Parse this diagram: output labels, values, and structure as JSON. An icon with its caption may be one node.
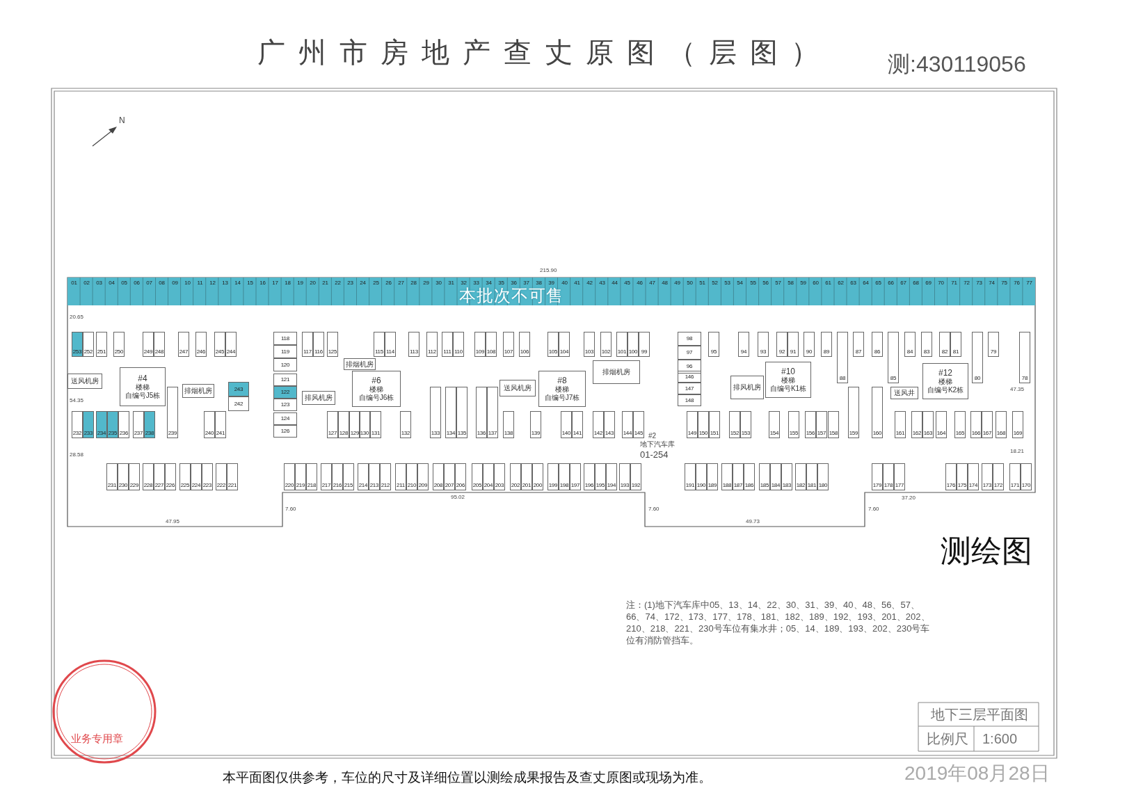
{
  "diagram": {
    "title": "广州市房地产查丈原图（层图）",
    "nodes": [
      {
        "text": [
          "01"
        ]
      },
      {
        "text": [
          "02"
        ]
      },
      {
        "text": [
          "03"
        ]
      },
      {
        "text": [
          "04"
        ]
      },
      {
        "text": [
          "05"
        ]
      },
      {
        "text": [
          "06"
        ]
      },
      {
        "text": [
          "07"
        ]
      },
      {
        "text": [
          "08"
        ]
      },
      {
        "text": [
          "09"
        ]
      },
      {
        "text": [
          "10"
        ]
      },
      {
        "text": [
          "11"
        ]
      },
      {
        "text": [
          "12"
        ]
      },
      {
        "text": [
          "13"
        ]
      },
      {
        "text": [
          "14"
        ]
      },
      {
        "text": [
          "15"
        ]
      },
      {
        "text": [
          "16"
        ]
      },
      {
        "text": [
          "17"
        ]
      },
      {
        "text": [
          "18"
        ]
      },
      {
        "text": [
          "19"
        ]
      },
      {
        "text": [
          "20"
        ]
      },
      {
        "text": [
          "21"
        ]
      },
      {
        "text": [
          "22"
        ]
      },
      {
        "text": [
          "23"
        ]
      },
      {
        "text": [
          "24"
        ]
      },
      {
        "text": [
          "25"
        ]
      },
      {
        "text": [
          "26"
        ]
      },
      {
        "text": [
          "27"
        ]
      },
      {
        "text": [
          "28"
        ]
      },
      {
        "text": [
          "29"
        ]
      },
      {
        "text": [
          "30"
        ]
      },
      {
        "text": [
          "31"
        ]
      },
      {
        "text": [
          "32"
        ]
      },
      {
        "text": [
          "33"
        ]
      },
      {
        "text": [
          "34"
        ]
      },
      {
        "text": [
          "35"
        ]
      },
      {
        "text": [
          "36"
        ]
      },
      {
        "text": [
          "37"
        ]
      },
      {
        "text": [
          "38"
        ]
      },
      {
        "text": [
          "39"
        ]
      },
      {
        "text": [
          "40"
        ]
      },
      {
        "text": [
          "41"
        ]
      },
      {
        "text": [
          "42"
        ]
      },
      {
        "text": [
          "43"
        ]
      },
      {
        "text": [
          "44"
        ]
      },
      {
        "text": [
          "45"
        ]
      },
      {
        "text": [
          "46"
        ]
      },
      {
        "text": [
          "47"
        ]
      },
      {
        "text": [
          "48"
        ]
      },
      {
        "text": [
          "49"
        ]
      },
      {
        "text": [
          "50"
        ]
      },
      {
        "text": [
          "51"
        ]
      },
      {
        "text": [
          "52"
        ]
      },
      {
        "text": [
          "53"
        ]
      },
      {
        "text": [
          "54"
        ]
      },
      {
        "text": [
          "55"
        ]
      },
      {
        "text": [
          "56"
        ]
      },
      {
        "text": [
          "57"
        ]
      },
      {
        "text": [
          "58"
        ]
      },
      {
        "text": [
          "59"
        ]
      },
      {
        "text": [
          "60"
        ]
      },
      {
        "text": [
          "61"
        ]
      },
      {
        "text": [
          "62"
        ]
      },
      {
        "text": [
          "63"
        ]
      },
      {
        "text": [
          "64"
        ]
      },
      {
        "text": [
          "65"
        ]
      },
      {
        "text": [
          "66"
        ]
      },
      {
        "text": [
          "67"
        ]
      },
      {
        "text": [
          "68"
        ]
      },
      {
        "text": [
          "69"
        ]
      },
      {
        "text": [
          "70"
        ]
      },
      {
        "text": [
          "71"
        ]
      },
      {
        "text": [
          "72"
        ]
      },
      {
        "text": [
          "73"
        ]
      },
      {
        "text": [
          "74"
        ]
      },
      {
        "text": [
          "75"
        ]
      },
      {
        "text": [
          "76"
        ]
      },
      {
        "text": [
          "77"
        ]
      },
      {
        "text": [
          "253"
        ]
      },
      {
        "text": [
          "252"
        ]
      },
      {
        "text": [
          "251"
        ]
      },
      {
        "text": [
          "250"
        ]
      },
      {
        "text": [
          "249"
        ]
      },
      {
        "text": [
          "248"
        ]
      },
      {
        "text": [
          "247"
        ]
      },
      {
        "text": [
          "246"
        ]
      },
      {
        "text": [
          "245"
        ]
      },
      {
        "text": [
          "244"
        ]
      },
      {
        "text": [
          "118"
        ]
      },
      {
        "text": [
          "119"
        ]
      },
      {
        "text": [
          "120"
        ]
      },
      {
        "text": [
          "121"
        ]
      },
      {
        "text": [
          "122"
        ]
      },
      {
        "text": [
          "123"
        ]
      },
      {
        "text": [
          "117"
        ]
      },
      {
        "text": [
          "116"
        ]
      },
      {
        "text": [
          "125"
        ]
      },
      {
        "text": [
          "115"
        ]
      },
      {
        "text": [
          "114"
        ]
      },
      {
        "text": [
          "113"
        ]
      },
      {
        "text": [
          "112"
        ]
      },
      {
        "text": [
          "111"
        ]
      },
      {
        "text": [
          "110"
        ]
      },
      {
        "text": [
          "109"
        ]
      },
      {
        "text": [
          "108"
        ]
      },
      {
        "text": [
          "107"
        ]
      },
      {
        "text": [
          "106"
        ]
      },
      {
        "text": [
          "105"
        ]
      },
      {
        "text": [
          "104"
        ]
      },
      {
        "text": [
          "103"
        ]
      },
      {
        "text": [
          "102"
        ]
      },
      {
        "text": [
          "101"
        ]
      },
      {
        "text": [
          "100"
        ]
      },
      {
        "text": [
          "99"
        ]
      },
      {
        "text": [
          "98"
        ]
      },
      {
        "text": [
          "97"
        ]
      },
      {
        "text": [
          "96"
        ]
      },
      {
        "text": [
          "95"
        ]
      },
      {
        "text": [
          "94"
        ]
      },
      {
        "text": [
          "93"
        ]
      },
      {
        "text": [
          "92"
        ]
      },
      {
        "text": [
          "91"
        ]
      },
      {
        "text": [
          "90"
        ]
      },
      {
        "text": [
          "89"
        ]
      },
      {
        "text": [
          "88"
        ]
      },
      {
        "text": [
          "87"
        ]
      },
      {
        "text": [
          "86"
        ]
      },
      {
        "text": [
          "85"
        ]
      },
      {
        "text": [
          "84"
        ]
      },
      {
        "text": [
          "83"
        ]
      },
      {
        "text": [
          "82"
        ]
      },
      {
        "text": [
          "81"
        ]
      },
      {
        "text": [
          "80"
        ]
      },
      {
        "text": [
          "79"
        ]
      },
      {
        "text": [
          "78"
        ]
      },
      {
        "text": [
          "232"
        ]
      },
      {
        "text": [
          "233"
        ]
      },
      {
        "text": [
          "234"
        ]
      },
      {
        "text": [
          "235"
        ]
      },
      {
        "text": [
          "236"
        ]
      },
      {
        "text": [
          "237"
        ]
      },
      {
        "text": [
          "238"
        ]
      },
      {
        "text": [
          "239"
        ]
      },
      {
        "text": [
          "240"
        ]
      },
      {
        "text": [
          "241"
        ]
      },
      {
        "text": [
          "243"
        ]
      },
      {
        "text": [
          "242"
        ]
      },
      {
        "text": [
          "124"
        ]
      },
      {
        "text": [
          "126"
        ]
      },
      {
        "text": [
          "127"
        ]
      },
      {
        "text": [
          "128"
        ]
      },
      {
        "text": [
          "129"
        ]
      },
      {
        "text": [
          "130"
        ]
      },
      {
        "text": [
          "131"
        ]
      },
      {
        "text": [
          "132"
        ]
      },
      {
        "text": [
          "133"
        ]
      },
      {
        "text": [
          "134"
        ]
      },
      {
        "text": [
          "135"
        ]
      },
      {
        "text": [
          "136"
        ]
      },
      {
        "text": [
          "137"
        ]
      },
      {
        "text": [
          "138"
        ]
      },
      {
        "text": [
          "139"
        ]
      },
      {
        "text": [
          "140"
        ]
      },
      {
        "text": [
          "141"
        ]
      },
      {
        "text": [
          "142"
        ]
      },
      {
        "text": [
          "143"
        ]
      },
      {
        "text": [
          "144"
        ]
      },
      {
        "text": [
          "145"
        ]
      },
      {
        "text": [
          "146"
        ]
      },
      {
        "text": [
          "147"
        ]
      },
      {
        "text": [
          "148"
        ]
      },
      {
        "text": [
          "149"
        ]
      },
      {
        "text": [
          "150"
        ]
      },
      {
        "text": [
          "151"
        ]
      },
      {
        "text": [
          "152"
        ]
      },
      {
        "text": [
          "153"
        ]
      },
      {
        "text": [
          "154"
        ]
      },
      {
        "text": [
          "155"
        ]
      },
      {
        "text": [
          "156"
        ]
      },
      {
        "text": [
          "157"
        ]
      },
      {
        "text": [
          "158"
        ]
      },
      {
        "text": [
          "159"
        ]
      },
      {
        "text": [
          "160"
        ]
      },
      {
        "text": [
          "161"
        ]
      },
      {
        "text": [
          "162"
        ]
      },
      {
        "text": [
          "163"
        ]
      },
      {
        "text": [
          "164"
        ]
      },
      {
        "text": [
          "165"
        ]
      },
      {
        "text": [
          "166"
        ]
      },
      {
        "text": [
          "167"
        ]
      },
      {
        "text": [
          "168"
        ]
      },
      {
        "text": [
          "169"
        ]
      },
      {
        "text": [
          "231"
        ]
      },
      {
        "text": [
          "230"
        ]
      },
      {
        "text": [
          "229"
        ]
      },
      {
        "text": [
          "228"
        ]
      },
      {
        "text": [
          "227"
        ]
      },
      {
        "text": [
          "226"
        ]
      },
      {
        "text": [
          "225"
        ]
      },
      {
        "text": [
          "224"
        ]
      },
      {
        "text": [
          "223"
        ]
      },
      {
        "text": [
          "222"
        ]
      },
      {
        "text": [
          "221"
        ]
      },
      {
        "text": [
          "220"
        ]
      },
      {
        "text": [
          "219"
        ]
      },
      {
        "text": [
          "218"
        ]
      },
      {
        "text": [
          "217"
        ]
      },
      {
        "text": [
          "216"
        ]
      },
      {
        "text": [
          "215"
        ]
      },
      {
        "text": [
          "214"
        ]
      },
      {
        "text": [
          "213"
        ]
      },
      {
        "text": [
          "212"
        ]
      },
      {
        "text": [
          "211"
        ]
      },
      {
        "text": [
          "210"
        ]
      },
      {
        "text": [
          "209"
        ]
      },
      {
        "text": [
          "208"
        ]
      },
      {
        "text": [
          "207"
        ]
      },
      {
        "text": [
          "206"
        ]
      },
      {
        "text": [
          "205"
        ]
      },
      {
        "text": [
          "204"
        ]
      },
      {
        "text": [
          "203"
        ]
      },
      {
        "text": [
          "202"
        ]
      },
      {
        "text": [
          "201"
        ]
      },
      {
        "text": [
          "200"
        ]
      },
      {
        "text": [
          "199"
        ]
      },
      {
        "text": [
          "198"
        ]
      },
      {
        "text": [
          "197"
        ]
      },
      {
        "text": [
          "196"
        ]
      },
      {
        "text": [
          "195"
        ]
      },
      {
        "text": [
          "194"
        ]
      },
      {
        "text": [
          "193"
        ]
      },
      {
        "text": [
          "192"
        ]
      },
      {
        "text": [
          "191"
        ]
      },
      {
        "text": [
          "190"
        ]
      },
      {
        "text": [
          "189"
        ]
      },
      {
        "text": [
          "188"
        ]
      },
      {
        "text": [
          "187"
        ]
      },
      {
        "text": [
          "186"
        ]
      },
      {
        "text": [
          "185"
        ]
      },
      {
        "text": [
          "184"
        ]
      },
      {
        "text": [
          "183"
        ]
      },
      {
        "text": [
          "182"
        ]
      },
      {
        "text": [
          "181"
        ]
      },
      {
        "text": [
          "180"
        ]
      },
      {
        "text": [
          "179"
        ]
      },
      {
        "text": [
          "178"
        ]
      },
      {
        "text": [
          "177"
        ]
      },
      {
        "text": [
          "176"
        ]
      },
      {
        "text": [
          "175"
        ]
      },
      {
        "text": [
          "174"
        ]
      },
      {
        "text": [
          "173"
        ]
      },
      {
        "text": [
          "172"
        ]
      },
      {
        "text": [
          "171"
        ]
      },
      {
        "text": [
          "170"
        ]
      },
      {
        "text": [
          "送风机房"
        ]
      },
      {
        "text": [
          "#4",
          "楼梯",
          "自编号J5栋"
        ]
      },
      {
        "text": [
          "排烟机房"
        ]
      },
      {
        "text": [
          "排烟机房"
        ]
      },
      {
        "text": [
          "排风机房"
        ]
      },
      {
        "text": [
          "#6",
          "楼梯",
          "自编号J6栋"
        ]
      },
      {
        "text": [
          "送风机房"
        ]
      },
      {
        "text": [
          "#8",
          "楼梯",
          "自编号J7栋"
        ]
      },
      {
        "text": [
          "排烟机房"
        ]
      },
      {
        "text": [
          "排风机房"
        ]
      },
      {
        "text": [
          "#10",
          "楼梯",
          "自编号K1栋"
        ]
      },
      {
        "text": [
          "送风井"
        ]
      },
      {
        "text": [
          "#12",
          "楼梯",
          "自编号K2栋"
        ]
      }
    ],
    "labels": [
      "测:430119056",
      "本批次不可售",
      "测绘图",
      "注：(1)地下汽车库中05、13、14、22、30、31、39、40、48、56、57、66、74、172、173、177、178、181、182、189、192、193、201、202、210、218、221、230号车位有集水井；05、14、189、193、202、230号车位有消防管挡车。",
      "地下三层平面图",
      "业务专用章",
      "比例尺",
      "1:600",
      "本平面图仅供参考，车位的尺寸及详细位置以测绘成果报告及查丈原图或现场为准。",
      "2019年08月28日",
      "#2",
      "地下汽车库",
      "01-254",
      "N",
      "215.90",
      "95.02",
      "47.95",
      "49.73",
      "37.20",
      "7.60",
      "7.60",
      "7.60",
      "20.65",
      "54.35",
      "28.58",
      "47.35",
      "18.21"
    ]
  }
}
